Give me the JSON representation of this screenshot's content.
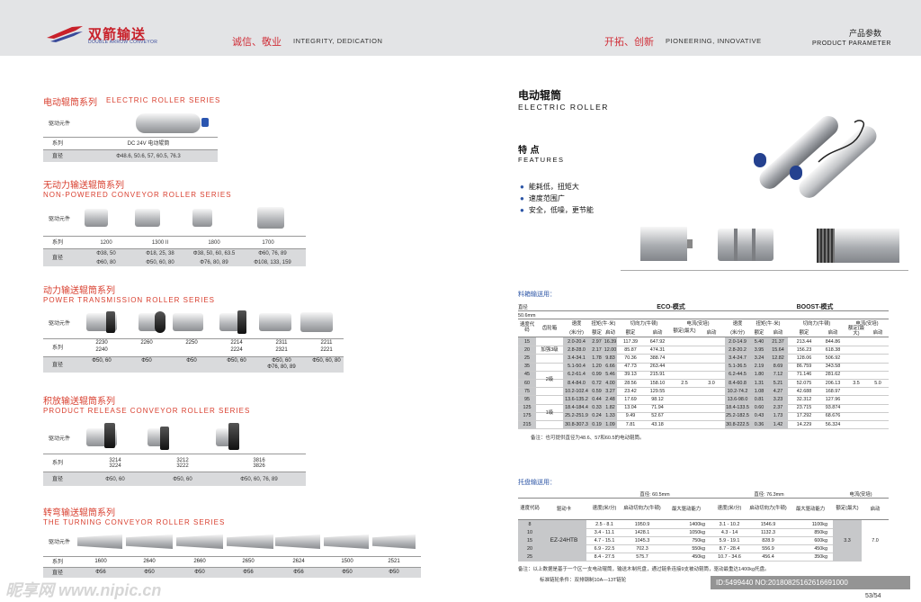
{
  "header": {
    "logo_cn": "双箭输送",
    "logo_en": "DOUBLE ARROW CONVEYOR",
    "left_tag_cn": "诚信、敬业",
    "left_tag_en": "INTEGRITY, DEDICATION",
    "right_tag_cn": "开拓、创新",
    "right_tag_en": "PIONEERING, INNOVATIVE",
    "page_cn": "产品参数",
    "page_en": "PRODUCT PARAMETER"
  },
  "drive_label": "驱动元件",
  "s1": {
    "cn": "电动辊筒系列",
    "en": "ELECTRIC ROLLER SERIES",
    "r1_label": "系列",
    "r1_val": "DC 24V 电动辊筒",
    "r2_label": "直径",
    "r2_val": "Φ48.6, 50.6, 57, 60.5, 76.3"
  },
  "s2": {
    "cn": "无动力输送辊筒系列",
    "en": "NON-POWERED CONVEYOR ROLLER SERIES",
    "label1": "系列",
    "label2": "直径",
    "series": [
      "1200",
      "1300 II",
      "1800",
      "1700"
    ],
    "dia1": [
      "Φ38, 50",
      "Φ18, 25, 38",
      "Φ38, 50, 60, 63.5",
      "Φ60, 76, 89"
    ],
    "dia2": [
      "Φ60, 80",
      "Φ50, 60, 80",
      "Φ76, 80, 89",
      "Φ108, 133, 159"
    ]
  },
  "s3": {
    "cn": "动力输送辊筒系列",
    "en": "POWER TRANSMISSION ROLLER SERIES",
    "label1": "系列",
    "label2": "直径",
    "series1": [
      "2230",
      "2260",
      "2250",
      "2214",
      "2311",
      "2211"
    ],
    "series2": [
      "2240",
      "",
      "",
      "2224",
      "2321",
      "2221"
    ],
    "dia1": [
      "Φ50, 60",
      "Φ50",
      "Φ50",
      "Φ50, 60",
      "Φ50, 60",
      "Φ50, 60, 80"
    ],
    "dia2": [
      "",
      "",
      "",
      "",
      "Φ76, 80, 89",
      ""
    ]
  },
  "s4": {
    "cn": "积放输送辊筒系列",
    "en": "PRODUCT RELEASE CONVEYOR ROLLER SERIES",
    "label1": "系列",
    "label2": "直径",
    "series1": [
      "3214",
      "3212",
      "3816"
    ],
    "series2": [
      "3224",
      "3222",
      "3826"
    ],
    "dia": [
      "Φ50, 60",
      "Φ50, 60",
      "Φ50, 60, 76, 89"
    ]
  },
  "s5": {
    "cn": "转弯输送辊筒系列",
    "en": "THE TURNING CONVEYOR ROLLER SERIES",
    "label1": "系列",
    "label2": "直径",
    "series": [
      "1600",
      "2640",
      "2660",
      "2650",
      "2624",
      "1500",
      "2521"
    ],
    "dia": [
      "Φ56",
      "Φ50",
      "Φ50",
      "Φ56",
      "Φ56",
      "Φ50",
      "Φ50"
    ]
  },
  "right": {
    "title_cn": "电动辊筒",
    "title_en": "ELECTRIC ROLLER",
    "feat_cn": "特 点",
    "feat_en": "FEATURES",
    "features": [
      "能耗低，扭矩大",
      "速度范围广",
      "安全，低噪，更节能"
    ]
  },
  "table1": {
    "caption": "料箱输送用：",
    "diam_label": "直径",
    "diam_val": "50.6mm",
    "eco": "ECO-模式",
    "boost": "BOOST-模式",
    "h_code": "速度代码",
    "h_gear": "齿轮箱",
    "h_speed": "速度",
    "h_torque": "扭矩(牛·米)",
    "h_tang": "切向力(牛顿)",
    "h_curr": "电流(安培)",
    "u_speed": "(米/分)",
    "h_rated": "额定",
    "h_start": "启动",
    "h_rated_max": "额定(最大)",
    "codes": [
      "15",
      "20",
      "25",
      "35",
      "45",
      "60",
      "75",
      "95",
      "125",
      "175",
      "215"
    ],
    "gears": [
      "加强3级",
      "2级",
      "1级"
    ],
    "eco_speed": [
      "2.0-20.4",
      "2.8-28.0",
      "3.4-34.1",
      "5.1-50.4",
      "6.2-61.4",
      "8.4-84.0",
      "10.2-102.4",
      "13.6-135.2",
      "18.4-184.4",
      "25.2-251.9",
      "30.8-307.3"
    ],
    "eco_tr": [
      "2.97",
      "2.17",
      "1.78",
      "1.20",
      "0.99",
      "0.72",
      "0.59",
      "0.44",
      "0.33",
      "0.24",
      "0.19"
    ],
    "eco_ts": [
      "16.39",
      "12.00",
      "9.83",
      "6.66",
      "5.46",
      "4.00",
      "3.27",
      "2.48",
      "1.82",
      "1.33",
      "1.09"
    ],
    "eco_fr": [
      "117.39",
      "85.87",
      "70.36",
      "47.73",
      "39.13",
      "28.56",
      "23.42",
      "17.69",
      "13.04",
      "9.49",
      "7.81"
    ],
    "eco_fs": [
      "647.92",
      "474.31",
      "388.74",
      "263.44",
      "215.91",
      "158.10",
      "129.55",
      "98.12",
      "71.94",
      "52.67",
      "43.18"
    ],
    "eco_curr_rated": "2.5",
    "eco_curr_start": "3.0",
    "b_speed": [
      "2.0-14.9",
      "2.8-20.2",
      "3.4-24.7",
      "5.1-36.5",
      "6.2-44.5",
      "8.4-60.8",
      "10.2-74.2",
      "13.6-98.0",
      "18.4-133.5",
      "25.2-182.5",
      "30.8-222.5"
    ],
    "b_tr": [
      "5.40",
      "3.95",
      "3.24",
      "2.19",
      "1.80",
      "1.31",
      "1.08",
      "0.81",
      "0.60",
      "0.43",
      "0.36"
    ],
    "b_ts": [
      "21.37",
      "15.64",
      "12.82",
      "8.69",
      "7.12",
      "5.21",
      "4.27",
      "3.23",
      "2.37",
      "1.73",
      "1.42"
    ],
    "b_fr": [
      "213.44",
      "156.23",
      "128.06",
      "86.759",
      "71.146",
      "52.075",
      "42.688",
      "32.312",
      "23.715",
      "17.292",
      "14.229"
    ],
    "b_fs": [
      "844.86",
      "618.38",
      "506.92",
      "343.58",
      "281.62",
      "206.13",
      "168.97",
      "127.96",
      "93.874",
      "68.676",
      "56.324"
    ],
    "b_curr_rated": "3.5",
    "b_curr_start": "5.0",
    "note": "备注：也可提供直径为48.6、57和60.5的电动辊筒。"
  },
  "table2": {
    "caption": "托盘输送用：",
    "d1": "直径: 60.5mm",
    "d2": "直径: 76.3mm",
    "curr": "电流(安培)",
    "h_code": "速度代码",
    "h_card": "驱动卡",
    "h_speed": "速度(米/分)",
    "h_tang": "启动切向力(牛顿)",
    "h_cap": "最大驱动能力",
    "h_rated": "额定(最大)",
    "h_start": "启动",
    "codes": [
      "8",
      "10",
      "15",
      "20",
      "25"
    ],
    "card": "EZ-24HTB",
    "s1": [
      "2.5 - 8.1",
      "3.4 - 11.1",
      "4.7 - 15.1",
      "6.9 - 22.5",
      "8.4 - 27.5"
    ],
    "f1": [
      "1950.9",
      "1428.1",
      "1045.3",
      "702.3",
      "575.7"
    ],
    "c1": [
      "1400kg",
      "1050kg",
      "750kg",
      "550kg",
      "450kg"
    ],
    "s2": [
      "3.1 - 10.2",
      "4.3 - 14",
      "5.9 - 19.1",
      "8.7 - 28.4",
      "10.7 - 34.6"
    ],
    "f2": [
      "1546.9",
      "1132.3",
      "828.9",
      "556.9",
      "456.4"
    ],
    "c2": [
      "1100kg",
      "850kg",
      "600kg",
      "450kg",
      "350kg"
    ],
    "rated": "3.3",
    "start": "7.0",
    "note1": "备注：以上数据是基于一个区一支电动辊筒，输送木制托盘，通过链条连接9支被动辊筒，驱动最重达1400kg托盘。",
    "note2": "标准链轮条件：双排钢制10A—13T链轮"
  },
  "footer": {
    "page": "53/54",
    "watermark_left": "昵享网 www.nipic.cn",
    "watermark_right": "ID:5499440 NO:20180825162616691000"
  }
}
